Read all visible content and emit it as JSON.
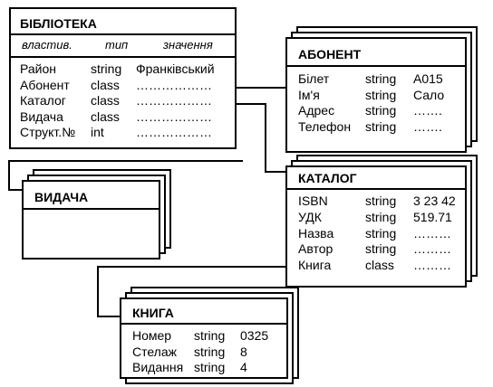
{
  "library": {
    "title": "БІБЛІОТЕКА",
    "headers": [
      "властив.",
      "тип",
      "значення"
    ],
    "rows": [
      {
        "name": "Район",
        "type": "string",
        "value": "Франківський"
      },
      {
        "name": "Абонент",
        "type": "class",
        "value": "………………"
      },
      {
        "name": "Каталог",
        "type": "class",
        "value": "………………"
      },
      {
        "name": "Видача",
        "type": "class",
        "value": "………………"
      },
      {
        "name": "Структ.№",
        "type": "int",
        "value": "………………"
      }
    ]
  },
  "subscriber": {
    "title": "АБОНЕНТ",
    "rows": [
      {
        "name": "Білет",
        "type": "string",
        "value": "А015"
      },
      {
        "name": "Ім'я",
        "type": "string",
        "value": "Сало"
      },
      {
        "name": "Адрес",
        "type": "string",
        "value": "……."
      },
      {
        "name": "Телефон",
        "type": "string",
        "value": "……."
      }
    ]
  },
  "issue": {
    "title": "ВИДАЧА"
  },
  "catalog": {
    "title": "КАТАЛОГ",
    "rows": [
      {
        "name": "ISBN",
        "type": "string",
        "value": "3 23 42"
      },
      {
        "name": "УДК",
        "type": "string",
        "value": "519.71"
      },
      {
        "name": "Назва",
        "type": "string",
        "value": "………"
      },
      {
        "name": "Автор",
        "type": "string",
        "value": "………"
      },
      {
        "name": "Книга",
        "type": "class",
        "value": "………"
      }
    ]
  },
  "book": {
    "title": "КНИГА",
    "rows": [
      {
        "name": "Номер",
        "type": "string",
        "value": "0325"
      },
      {
        "name": "Стелаж",
        "type": "string",
        "value": "8"
      },
      {
        "name": "Видання",
        "type": "string",
        "value": "4"
      }
    ]
  }
}
